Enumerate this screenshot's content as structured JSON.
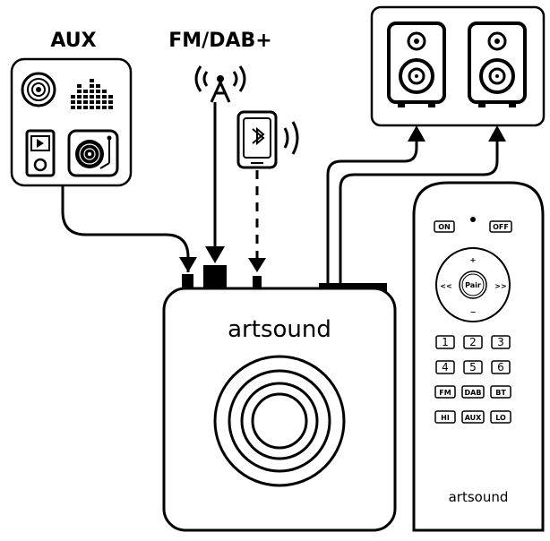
{
  "labels": {
    "aux": "AUX",
    "fm_dab": "FM/DAB+"
  },
  "device": {
    "brand": "artsound"
  },
  "remote": {
    "brand": "artsound",
    "power": {
      "on": "ON",
      "off": "OFF"
    },
    "dpad": {
      "up": "+",
      "down": "−",
      "left": "<<",
      "right": ">>",
      "center": "Pair"
    },
    "number_rows": [
      [
        "1",
        "2",
        "3"
      ],
      [
        "4",
        "5",
        "6"
      ]
    ],
    "source_row": [
      "FM",
      "DAB",
      "BT"
    ],
    "function_row": [
      "HI",
      "AUX",
      "LO"
    ]
  },
  "icons": [
    "cd-icon",
    "equalizer-icon",
    "media-player-icon",
    "turntable-icon",
    "antenna-icon",
    "phone-bluetooth-icon",
    "speaker-icon"
  ]
}
